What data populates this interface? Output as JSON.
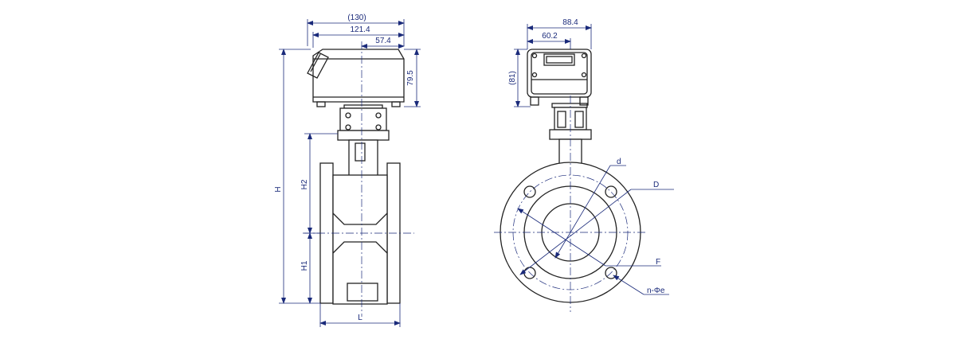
{
  "front_view": {
    "dims": {
      "overall_width": "(130)",
      "width": "121.4",
      "offset": "57.4",
      "head_height": "79.5",
      "total_height": "H",
      "upper_height": "H2",
      "lower_height": "H1",
      "length": "L"
    }
  },
  "side_view": {
    "dims": {
      "head_width": "88.4",
      "half_width": "60.2",
      "head_height": "(81)",
      "bore": "d",
      "outer_dia": "D",
      "bolt_circle": "F",
      "bolt_holes": "n-Φe"
    }
  },
  "colors": {
    "dimension": "#1a2a7a",
    "outline": "#222222"
  }
}
